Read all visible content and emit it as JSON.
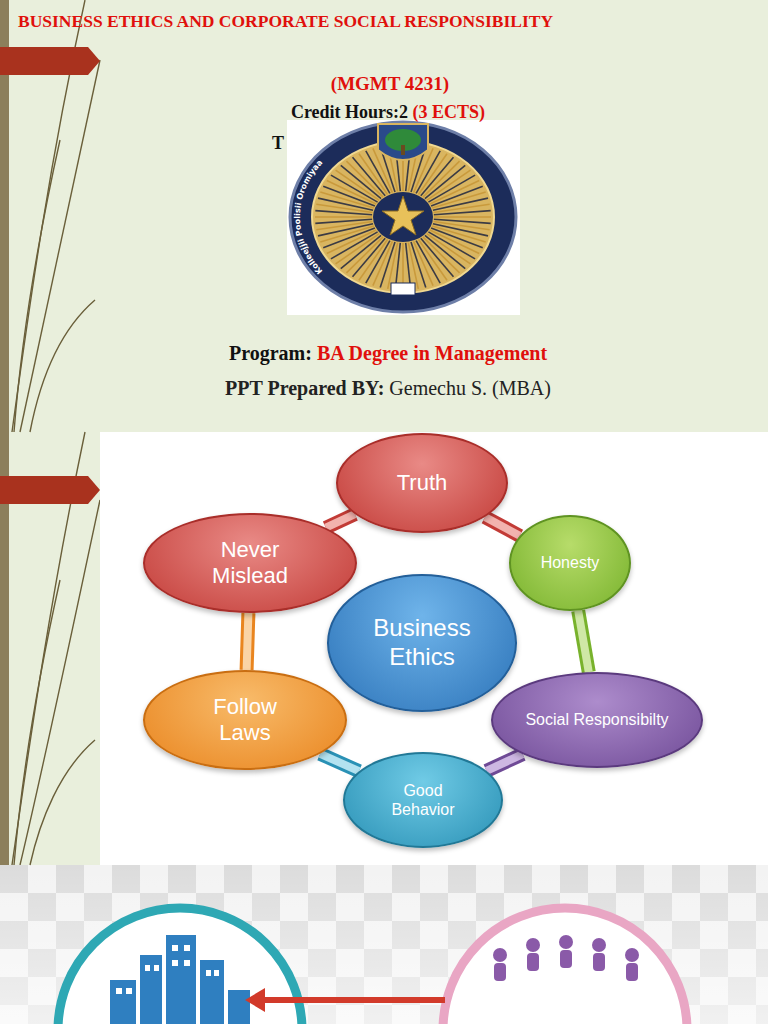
{
  "diagram": {
    "title": "BUSINESS ETHICS AND CORPORATE SOCIAL RESPONSIBILITY",
    "nodes": [
      {
        "text": [
          "Truth"
        ]
      },
      {
        "text": [
          "Never Mislead"
        ]
      },
      {
        "text": [
          "Honesty"
        ]
      },
      {
        "text": [
          "Business Ethics"
        ]
      },
      {
        "text": [
          "Follow Laws"
        ]
      },
      {
        "text": [
          "Social Responsibilty"
        ]
      },
      {
        "text": [
          "Good Behavior"
        ]
      }
    ],
    "edges": [
      {
        "from": 0,
        "to": 2,
        "arrow": "none"
      },
      {
        "from": 2,
        "to": 5,
        "arrow": "none"
      },
      {
        "from": 5,
        "to": 6,
        "arrow": "none"
      },
      {
        "from": 6,
        "to": 4,
        "arrow": "none"
      },
      {
        "from": 4,
        "to": 1,
        "arrow": "none"
      },
      {
        "from": 1,
        "to": 0,
        "arrow": "none"
      }
    ],
    "labels": [
      "(MGMT 4231)",
      "Credit Hours:2",
      "(3 ECTS)",
      "T",
      "Kolleejjii Poolisii Oromiyaa",
      "Program:",
      "BA Degree in Management",
      "PPT Prepared BY:",
      "Gemechu S. (MBA)"
    ]
  }
}
